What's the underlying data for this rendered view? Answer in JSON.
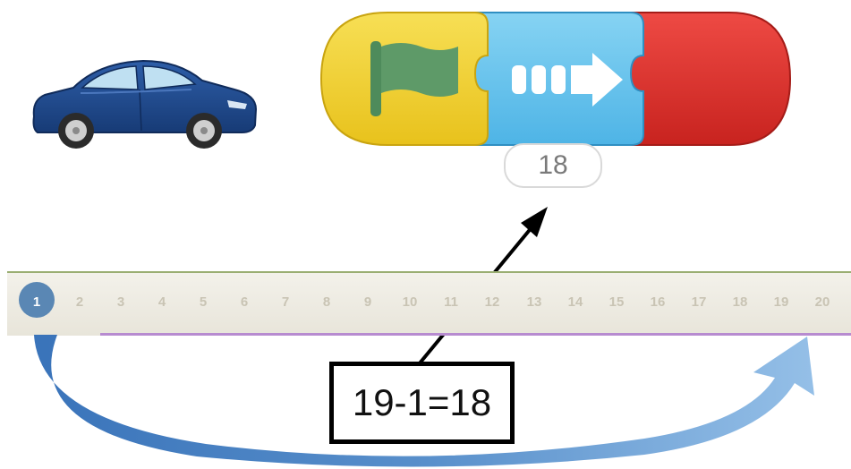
{
  "colors": {
    "start_block": "#f2d12a",
    "move_block": "#5fc3ee",
    "end_block": "#d8302c",
    "flag": "#5e9a68",
    "car_body": "#1f4a8e",
    "arc_arrow": "#4f89c8",
    "active_step": "#5a87b4"
  },
  "icons": {
    "car": "car-icon",
    "flag": "green-flag-icon",
    "move": "move-right-icon"
  },
  "program": {
    "start_block_icon": "green-flag-icon",
    "move_block_icon": "move-right-icon",
    "move_count": "18",
    "end_block_label": ""
  },
  "number_line": {
    "ticks": [
      "1",
      "2",
      "3",
      "4",
      "5",
      "6",
      "7",
      "8",
      "9",
      "10",
      "11",
      "12",
      "13",
      "14",
      "15",
      "16",
      "17",
      "18",
      "19",
      "20"
    ],
    "active_value": "1"
  },
  "equation": {
    "text": "19-1=18"
  }
}
